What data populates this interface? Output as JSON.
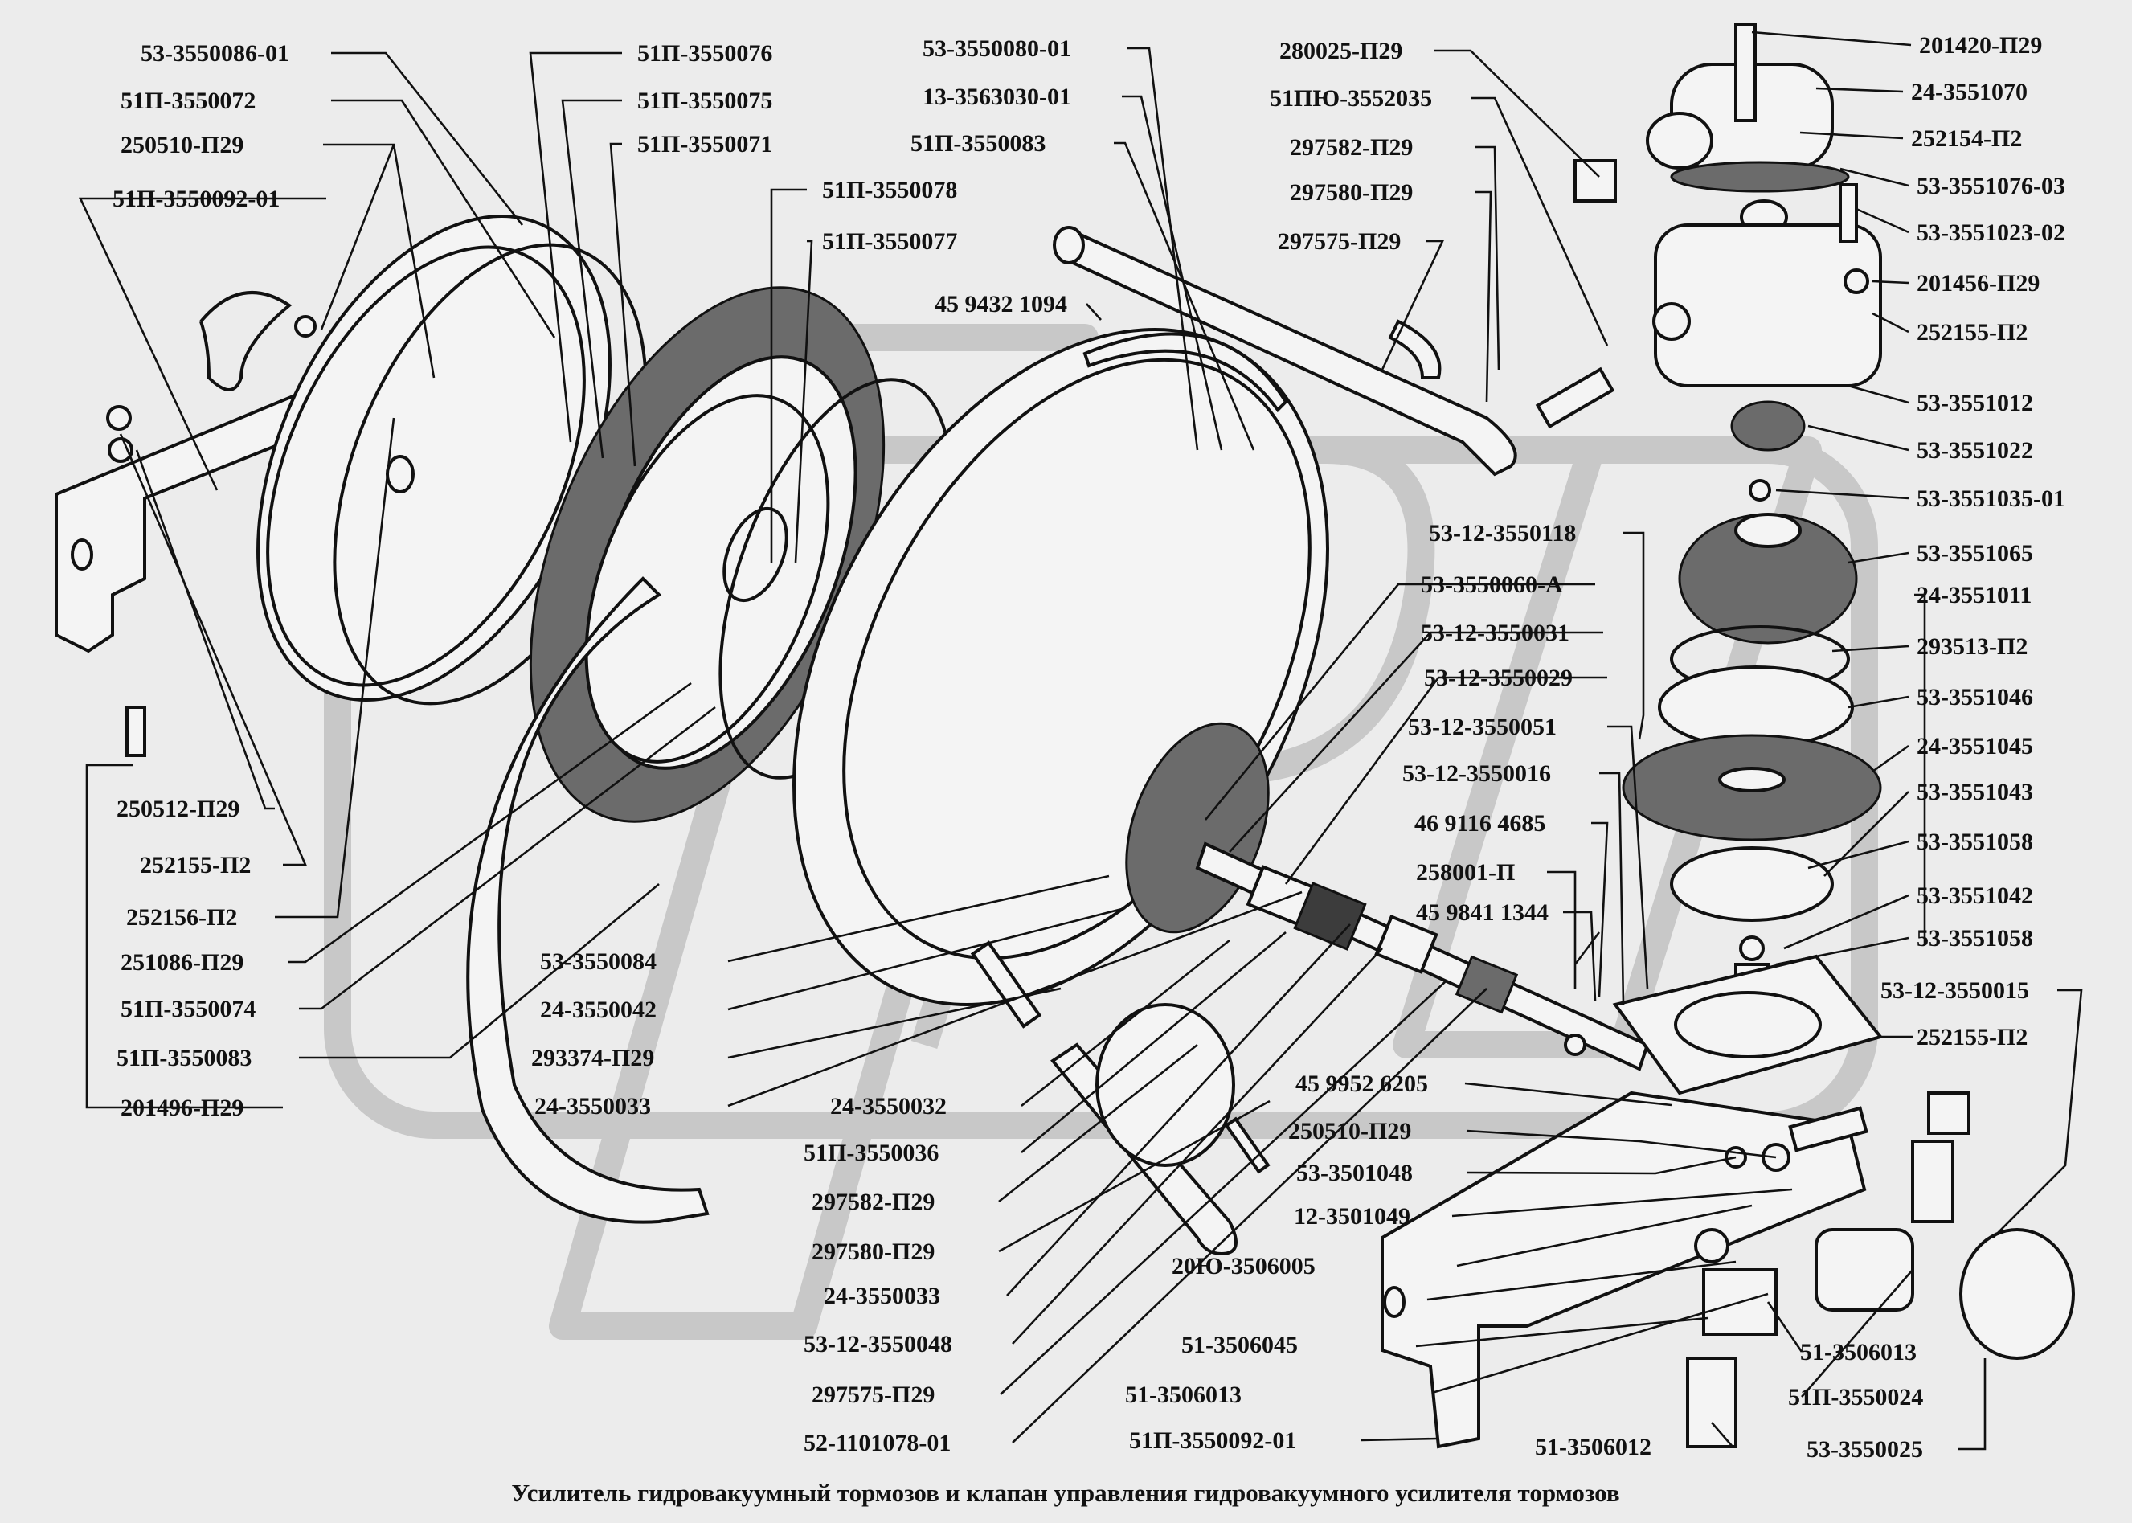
{
  "caption": "Усилитель гидровакуумный тормозов и клапан управления гидровакуумного усилителя тормозов",
  "labels": {
    "l01": "53-3550086-01",
    "l02": "51П-3550072",
    "l03": "250510-П29",
    "l04": "51П-3550092-01",
    "l05": "51П-3550076",
    "l06": "51П-3550075",
    "l07": "51П-3550071",
    "l08": "51П-3550078",
    "l09": "51П-3550077",
    "l10": "53-3550080-01",
    "l11": "13-3563030-01",
    "l12": "51П-3550083",
    "l13": "45 9432 1094",
    "l14": "280025-П29",
    "l15": "51ПЮ-3552035",
    "l16": "297582-П29",
    "l17": "297580-П29",
    "l18": "297575-П29",
    "l19": "201420-П29",
    "l20": "24-3551070",
    "l21": "252154-П2",
    "l22": "53-3551076-03",
    "l23": "53-3551023-02",
    "l24": "201456-П29",
    "l25": "252155-П2",
    "l26": "53-3551012",
    "l27": "53-3551022",
    "l28": "53-3551035-01",
    "l29": "53-3551065",
    "l30": "24-3551011",
    "l31": "293513-П2",
    "l32": "53-3551046",
    "l33": "24-3551045",
    "l34": "53-3551043",
    "l35": "53-3551058",
    "l36": "53-3551042",
    "l37": "53-3551058",
    "l38": "53-12-3550015",
    "l39": "252155-П2",
    "l40": "53-12-3550118",
    "l41": "53-3550060-А",
    "l42": "53-12-3550031",
    "l43": "53-12-3550029",
    "l44": "53-12-3550051",
    "l45": "53-12-3550016",
    "l46": "46 9116 4685",
    "l47": "258001-П",
    "l48": "45 9841 1344",
    "l49": "250512-П29",
    "l50": "252155-П2",
    "l51": "252156-П2",
    "l52": "251086-П29",
    "l53": "51П-3550074",
    "l54": "51П-3550083",
    "l55": "201496-П29",
    "l56": "53-3550084",
    "l57": "24-3550042",
    "l58": "293374-П29",
    "l59": "24-3550033",
    "l60": "24-3550032",
    "l61": "51П-3550036",
    "l62": "297582-П29",
    "l63": "297580-П29",
    "l64": "24-3550033",
    "l65": "53-12-3550048",
    "l66": "297575-П29",
    "l67": "52-1101078-01",
    "l68": "45 9952 6205",
    "l69": "250510-П29",
    "l70": "53-3501048",
    "l71": "12-3501049",
    "l72": "20Ю-3506005",
    "l73": "51-3506045",
    "l74": "51-3506013",
    "l75": "51П-3550092-01",
    "l76": "51-3506013",
    "l77": "51П-3550024",
    "l78": "51-3506012",
    "l79": "53-3550025"
  }
}
